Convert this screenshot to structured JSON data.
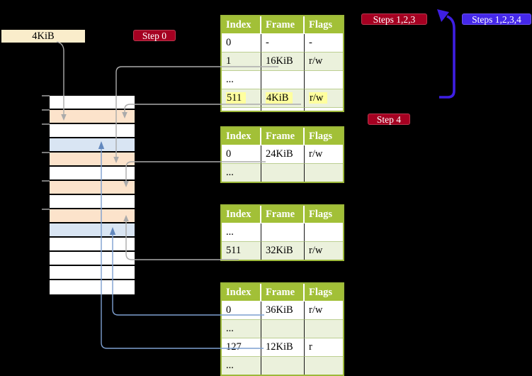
{
  "label_box": {
    "text": "4KiB"
  },
  "badges": [
    {
      "id": "badge-step0",
      "label": "Step 0",
      "style": "crimson"
    },
    {
      "id": "badge-steps123",
      "label": "Steps 1,2,3",
      "style": "crimson"
    },
    {
      "id": "badge-steps1234",
      "label": "Steps 1,2,3,4",
      "style": "bluev"
    },
    {
      "id": "badge-step4",
      "label": "Step 4",
      "style": "crimson"
    }
  ],
  "colors": {
    "badge_crimson": "#A50021",
    "badge_blue": "#4528EA",
    "table_header_green": "#A2C037",
    "table_row_green": "#EBF1DC",
    "memory_row_pagetable_peach": "#FCE3CB",
    "memory_row_datapage_blue": "#D9E5F3",
    "memory_row_free_white": "#FFFFFF",
    "highlight_yellow": "#FFFF9E",
    "label_box_cream": "#FAEDCB",
    "gray_connector": "#ABABAB",
    "blue_connector": "#7D9FD0",
    "big_arrow_blue": "#3E1FE3"
  },
  "memory_column": {
    "rows": [
      "free",
      "pagetable",
      "free",
      "datapage",
      "pagetable",
      "free",
      "pagetable",
      "free",
      "pagetable",
      "datapage",
      "free",
      "free",
      "free",
      "free"
    ]
  },
  "tables": [
    {
      "id": "page-table-level-top",
      "headers": [
        "Index",
        "Frame",
        "Flags"
      ],
      "rows": [
        {
          "cells": [
            "0",
            "-",
            "-"
          ]
        },
        {
          "cells": [
            "1",
            "16KiB",
            "r/w"
          ]
        },
        {
          "cells": [
            "...",
            "",
            ""
          ]
        },
        {
          "cells": [
            "511",
            "4KiB",
            "r/w"
          ],
          "highlight": true
        }
      ],
      "clipped_extra_row": true
    },
    {
      "id": "page-table-mid-a",
      "headers": [
        "Index",
        "Frame",
        "Flags"
      ],
      "rows": [
        {
          "cells": [
            "0",
            "24KiB",
            "r/w"
          ]
        },
        {
          "cells": [
            "...",
            "",
            ""
          ]
        }
      ],
      "clipped_extra_row": false
    },
    {
      "id": "page-table-mid-b",
      "headers": [
        "Index",
        "Frame",
        "Flags"
      ],
      "rows": [
        {
          "cells": [
            "...",
            "",
            ""
          ]
        },
        {
          "cells": [
            "511",
            "32KiB",
            "r/w"
          ]
        }
      ],
      "clipped_extra_row": false
    },
    {
      "id": "page-table-leaf",
      "headers": [
        "Index",
        "Frame",
        "Flags"
      ],
      "rows": [
        {
          "cells": [
            "0",
            "36KiB",
            "r/w"
          ]
        },
        {
          "cells": [
            "...",
            "",
            ""
          ]
        },
        {
          "cells": [
            "127",
            "12KiB",
            "r"
          ]
        },
        {
          "cells": [
            "...",
            "",
            ""
          ]
        }
      ],
      "clipped_extra_row": false
    }
  ]
}
